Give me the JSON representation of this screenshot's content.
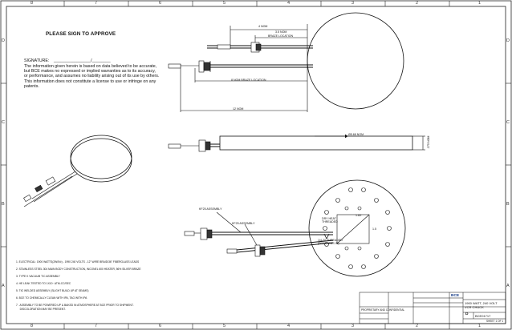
{
  "drawing": {
    "zone_columns_top": [
      "8",
      "7",
      "6",
      "5",
      "4",
      "3",
      "2",
      "1"
    ],
    "zone_columns_bottom": [
      "8",
      "7",
      "6",
      "5",
      "4",
      "3",
      "2",
      "1"
    ],
    "zone_rows": [
      "D",
      "C",
      "B",
      "A"
    ],
    "approve_heading": "PLEASE SIGN TO APPROVE",
    "signature_label": "SIGNATURE:",
    "signature_line": "________________/________",
    "disclaimer": "The information given herein is based on data believed to be accurate, but BCE makes no expressed or implied warranties as to its accuracy, or performance, and assumes no liability arising out of its use by others. This information does not constitute a license to use or infringe on any patents.",
    "dimensions": {
      "d_4nom": "4 NOM",
      "d_35nom": "3.5 NOM",
      "d_braze_location": "BRAZE LOCATION",
      "d_8nom_braze": "8 NOM BRAZE LOCATION",
      "d_12nom": "12 NOM",
      "d_diam_nom": "Ø5.68 NOM",
      "d_thickness": ".375 NOM",
      "d_kf25_1": "KF25 ASSEMBLY",
      "d_kf25_2": "KF25 ASSEMBLY",
      "d_thread": "1/4-20 THREADED (POSITIONS IN)",
      "d_dryheat": "DRY HEAT THREADED",
      "d_1_8": "1.8X",
      "d_1_5": "1.5"
    },
    "notes": [
      "1.  ELECTRICAL: 1900 WATTS(2W/IN²) - 1990 240 VOLTS - 12\" WIRE BRAID/36\" FIBERGLASS LEADS",
      "2.  STAINLESS STEEL 304 MAIN BODY CONSTRUCTION, INCONEL 600 HEATER, 56% SILVER BRAZE",
      "3.  TYPE K VACUUM T/C ASSEMBLY",
      "4.  HE LEAK TESTED TO 1X10⁻ ATM-CC/SEC",
      "5.  TIG WELDED ASSEMBLY (SLIGHT BUILD UP AT SEAMS)",
      "6.  BCE TO CHEMICALLY CLEAN WITH IPA, TAG WITH IPA",
      "7.  ASSEMBLY TO BE POWERED UP & BAKED IN ATMOSPHERE AT BCE PRIOR TO SHIPMENT.\n     DISCOLORATION MAY BE PRESENT."
    ],
    "title_block": {
      "logo": "BCE",
      "title_line1": "1900 WATT, 240 VOLT",
      "title_line2": "VCR CHUCK",
      "size": "D",
      "dwg_no": "BCE01717",
      "small_left": "PROPRIETARY AND CONFIDENTIAL",
      "sheet": "SHEET 1 OF 1"
    }
  }
}
